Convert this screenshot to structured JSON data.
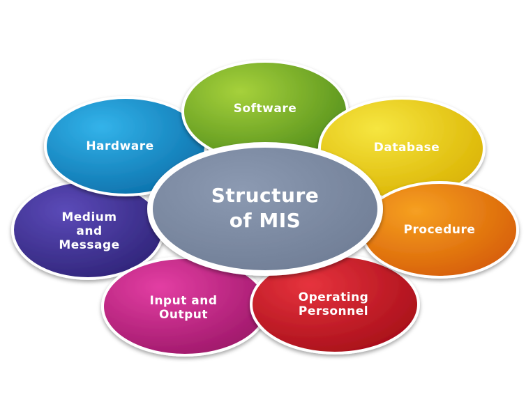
{
  "diagram": {
    "center": {
      "lines": [
        "Structure",
        "of MIS"
      ],
      "color": "#6e7c94"
    },
    "petals": [
      {
        "id": "software",
        "lines": [
          "Software"
        ],
        "color_light": "#a6d13b",
        "color_dark": "#4f8c1a"
      },
      {
        "id": "database",
        "lines": [
          "Database"
        ],
        "color_light": "#f6e640",
        "color_dark": "#d9b100"
      },
      {
        "id": "procedure",
        "lines": [
          "Procedure"
        ],
        "color_light": "#f6a021",
        "color_dark": "#d55b05"
      },
      {
        "id": "operating-personnel",
        "lines": [
          "Operating",
          "Personnel"
        ],
        "color_light": "#e6333d",
        "color_dark": "#a50d18"
      },
      {
        "id": "input-output",
        "lines": [
          "Input and",
          "Output"
        ],
        "color_light": "#e33ea3",
        "color_dark": "#9b1667"
      },
      {
        "id": "medium-message",
        "lines": [
          "Medium",
          "and",
          "Message"
        ],
        "color_light": "#5b4ab8",
        "color_dark": "#2e2377"
      },
      {
        "id": "hardware",
        "lines": [
          "Hardware"
        ],
        "color_light": "#33b3ea",
        "color_dark": "#0a6ea9"
      }
    ]
  }
}
